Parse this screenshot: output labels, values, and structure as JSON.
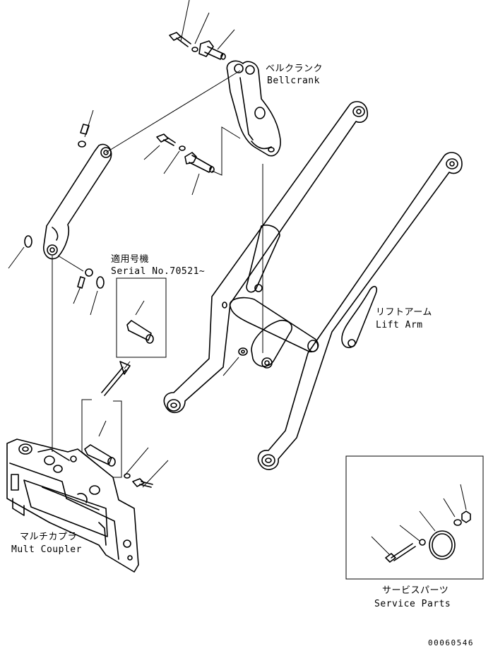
{
  "labels": {
    "bellcrank_jp": "ベルクランク",
    "bellcrank_en": "Bellcrank",
    "serial_jp": "適用号機",
    "serial_en": "Serial No.70521~",
    "lift_arm_jp": "リフトアーム",
    "lift_arm_en": "Lift Arm",
    "mult_coupler_jp": "マルチカプラ",
    "mult_coupler_en": "Mult Coupler",
    "service_parts_jp": "サービスパーツ",
    "service_parts_en": "Service Parts",
    "figure_code": "00060546"
  }
}
